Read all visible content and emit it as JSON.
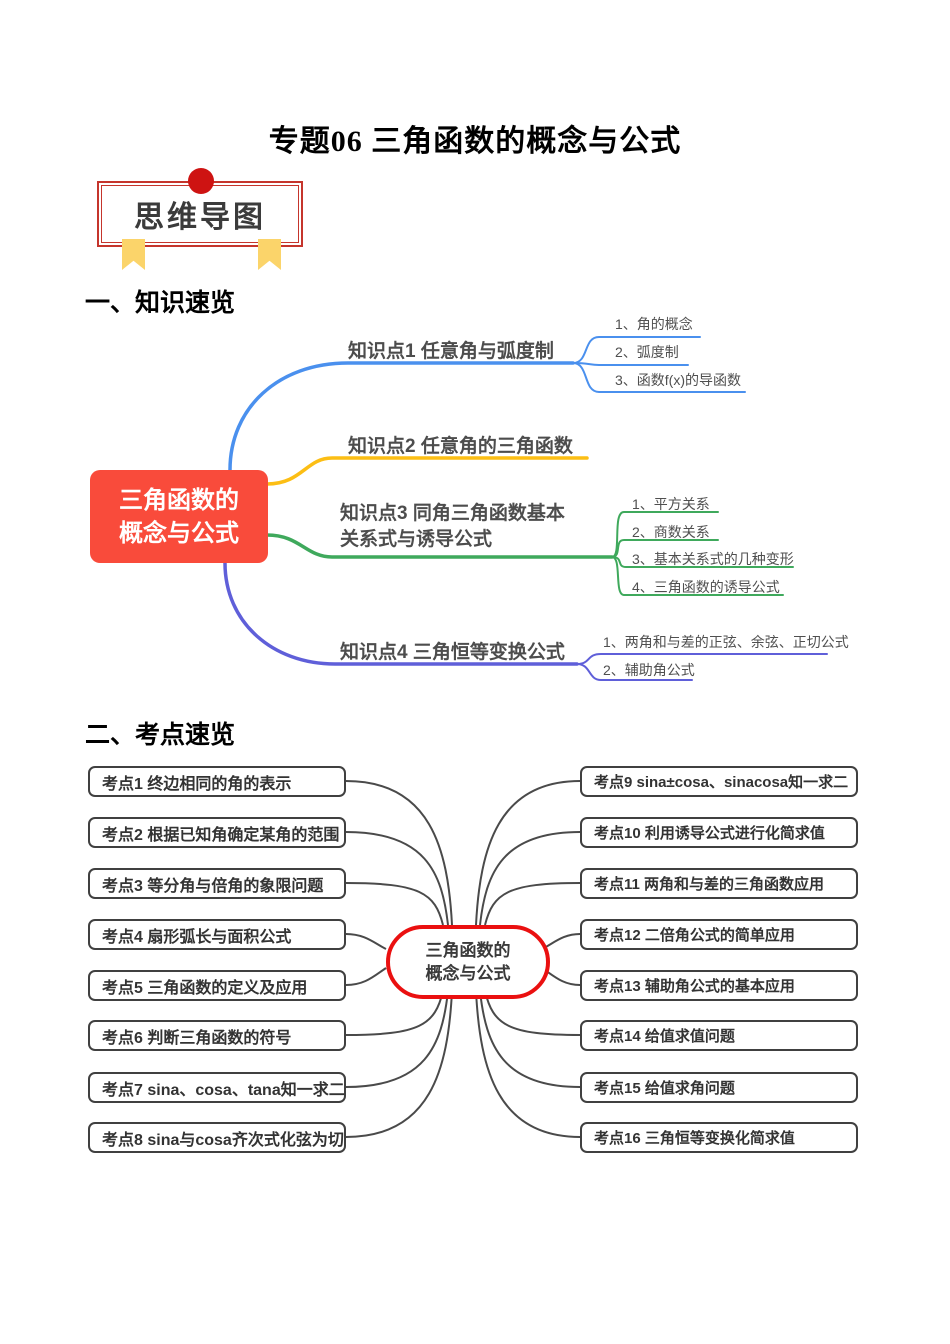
{
  "page": {
    "title": "专题06 三角函数的概念与公式",
    "badge_label": "思维导图",
    "section1_title": "一、知识速览",
    "section2_title": "二、考点速览"
  },
  "colors": {
    "center_node_bg": "#f94b3b",
    "branch1_blue": "#4a90ee",
    "branch2_yellow": "#fcbe14",
    "branch3_green": "#3fa95c",
    "branch4_purple": "#5f5fd9",
    "exam_center_border": "#ea1010",
    "connector_gray": "#4a4a4a",
    "badge_red": "#c5352c",
    "badge_dot_red": "#ce1312",
    "ribbon_yellow": "#fbd46a"
  },
  "icons": {
    "badge_dot": "red-circle",
    "badge_ribbon": "yellow-bookmark-ribbon"
  },
  "knowledge_map": {
    "center": {
      "line1": "三角函数的",
      "line2": "概念与公式"
    },
    "branches": [
      {
        "label": "知识点1 任意角与弧度制",
        "children": [
          "1、角的概念",
          "2、弧度制",
          "3、函数f(x)的导函数"
        ]
      },
      {
        "label": "知识点2 任意角的三角函数",
        "children": []
      },
      {
        "label_line1": "知识点3 同角三角函数基本",
        "label_line2": "关系式与诱导公式",
        "children": [
          "1、平方关系",
          "2、商数关系",
          "3、基本关系式的几种变形",
          "4、三角函数的诱导公式"
        ]
      },
      {
        "label": "知识点4 三角恒等变换公式",
        "children": [
          "1、两角和与差的正弦、余弦、正切公式",
          "2、辅助角公式"
        ]
      }
    ]
  },
  "exam_map": {
    "center": {
      "line1": "三角函数的",
      "line2": "概念与公式"
    },
    "left_items": [
      "考点1 终边相同的角的表示",
      "考点2 根据已知角确定某角的范围",
      "考点3 等分角与倍角的象限问题",
      "考点4 扇形弧长与面积公式",
      "考点5 三角函数的定义及应用",
      "考点6 判断三角函数的符号",
      "考点7 sina、cosa、tana知一求二",
      "考点8 sina与cosa齐次式化弦为切"
    ],
    "right_items": [
      "考点9 sina±cosa、sinacosa知一求二",
      "考点10 利用诱导公式进行化简求值",
      "考点11 两角和与差的三角函数应用",
      "考点12 二倍角公式的简单应用",
      "考点13 辅助角公式的基本应用",
      "考点14 给值求值问题",
      "考点15 给值求角问题",
      "考点16 三角恒等变换化简求值"
    ]
  }
}
